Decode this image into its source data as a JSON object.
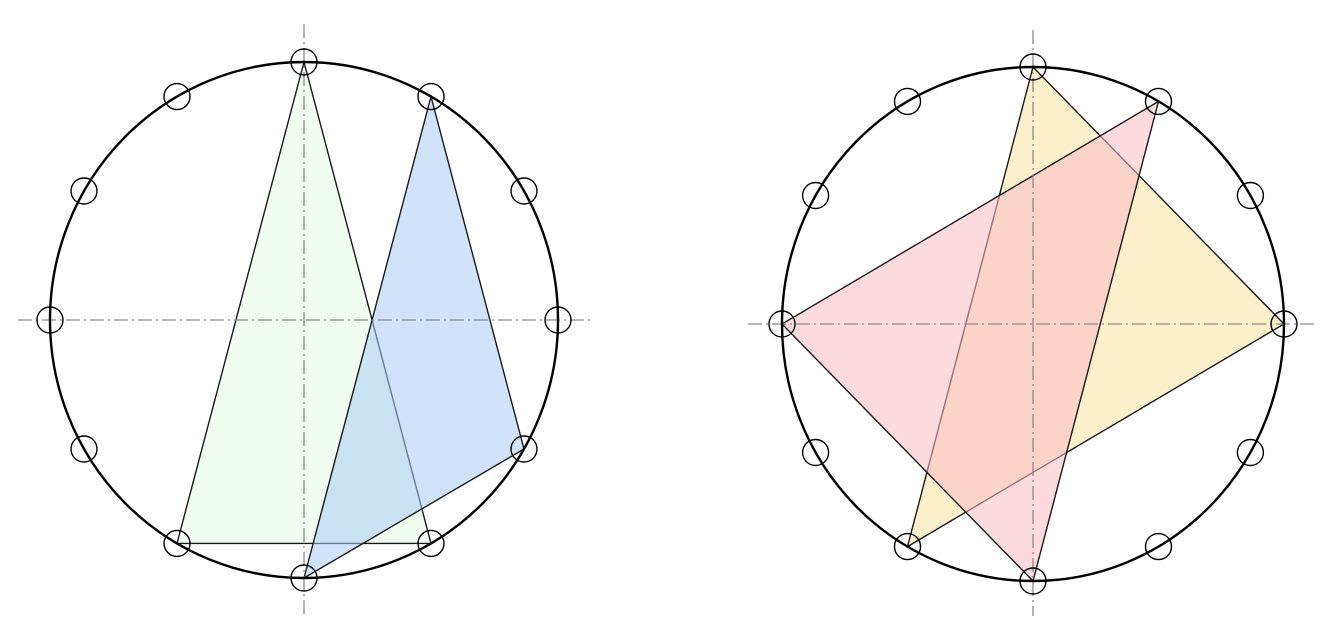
{
  "diagrams": [
    {
      "marker_count": 12,
      "triangles": [
        {
          "color": "#e6fbe6",
          "vertices": [
            0,
            5,
            7
          ]
        },
        {
          "color": "#a8cdf6",
          "vertices": [
            1,
            4,
            6
          ]
        }
      ]
    },
    {
      "marker_count": 12,
      "triangles": [
        {
          "color": "#f9e4a3",
          "vertices": [
            0,
            3,
            7
          ]
        },
        {
          "color": "#fbbcc2",
          "vertices": [
            1,
            6,
            9
          ]
        }
      ]
    }
  ],
  "colors": {
    "axis": "#8a8a8a",
    "outline": "#000000"
  }
}
